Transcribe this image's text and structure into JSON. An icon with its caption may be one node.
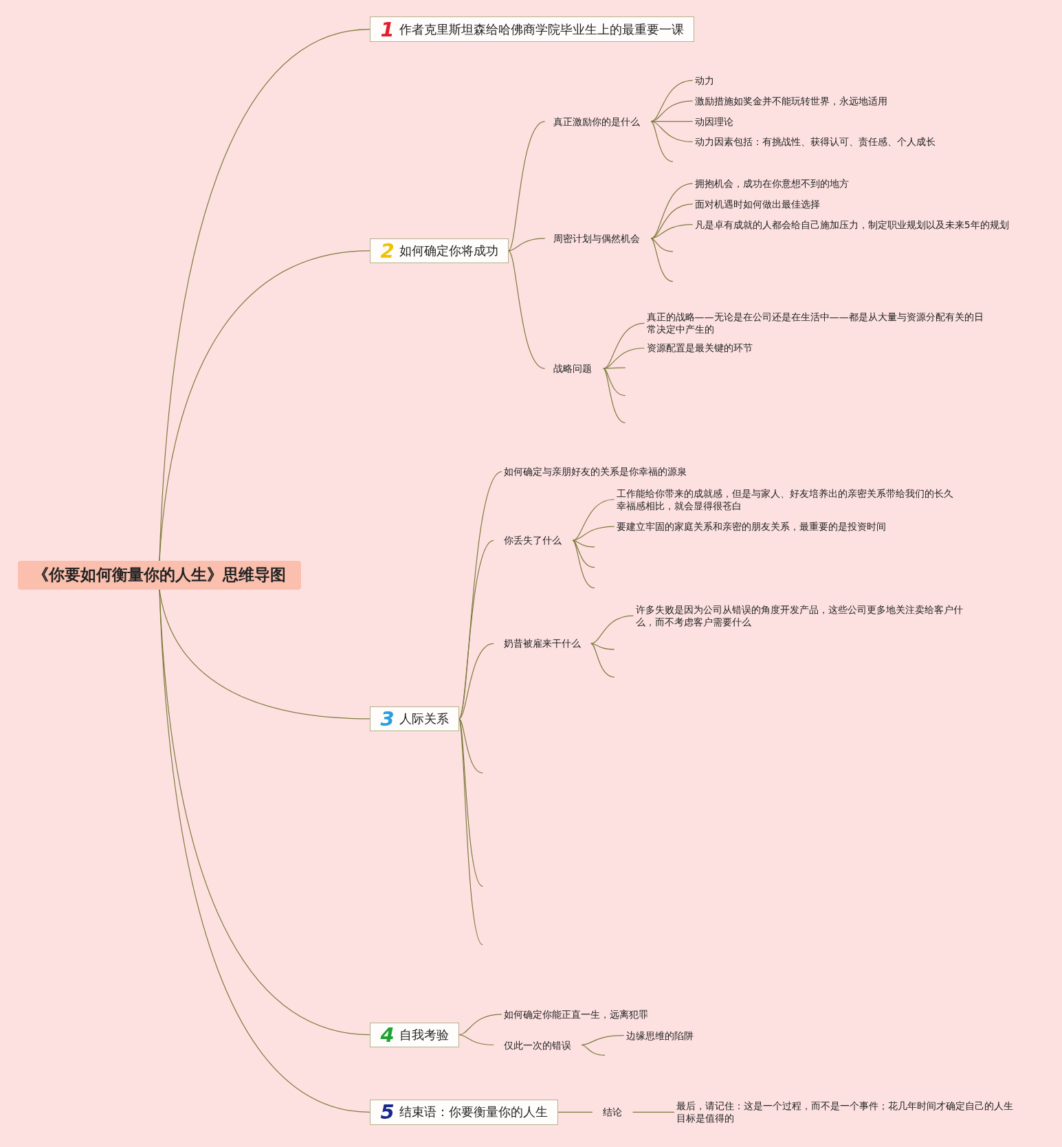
{
  "diagram": {
    "nodes": [
      {
        "text": [
          "《你要如何衡量你的人生》思维导图"
        ]
      },
      {
        "text": [
          "1",
          "作者克里斯坦森给哈佛商学院毕业生上的最重要一课"
        ]
      },
      {
        "text": [
          "2",
          "如何确定你将成功"
        ]
      },
      {
        "text": [
          "真正激励你的是什么"
        ]
      },
      {
        "text": [
          "动力"
        ]
      },
      {
        "text": [
          "激励措施如奖金并不能玩转世界，永远地适用"
        ]
      },
      {
        "text": [
          "动因理论"
        ]
      },
      {
        "text": [
          "动力因素包括：有挑战性、获得认可、责任感、个人成长"
        ]
      },
      {
        "text": [
          "周密计划与偶然机会"
        ]
      },
      {
        "text": [
          "拥抱机会，成功在你意想不到的地方"
        ]
      },
      {
        "text": [
          "面对机遇时如何做出最佳选择"
        ]
      },
      {
        "text": [
          "凡是卓有成就的人都会给自己施加压力，制定职业规划以及未来5年的规划"
        ]
      },
      {
        "text": [
          "战略问题"
        ]
      },
      {
        "text": [
          "真正的战略——无论是在公司还是在生活中——都是从大量与资源分配有关的日常决定中产生的"
        ]
      },
      {
        "text": [
          "资源配置是最关键的环节"
        ]
      },
      {
        "text": [
          "3",
          "人际关系"
        ]
      },
      {
        "text": [
          "如何确定与亲朋好友的关系是你幸福的源泉"
        ]
      },
      {
        "text": [
          "你丢失了什么"
        ]
      },
      {
        "text": [
          "工作能给你带来的成就感，但是与家人、好友培养出的亲密关系带给我们的长久幸福感相比，就会显得很苍白"
        ]
      },
      {
        "text": [
          "要建立牢固的家庭关系和亲密的朋友关系，最重要的是投资时间"
        ]
      },
      {
        "text": [
          "奶昔被雇来干什么"
        ]
      },
      {
        "text": [
          "许多失败是因为公司从错误的角度开发产品，这些公司更多地关注卖给客户什么，而不考虑客户需要什么"
        ]
      },
      {
        "text": [
          "4",
          "自我考验"
        ]
      },
      {
        "text": [
          "如何确定你能正直一生，远离犯罪"
        ]
      },
      {
        "text": [
          "仅此一次的错误"
        ]
      },
      {
        "text": [
          "边缘思维的陷阱"
        ]
      },
      {
        "text": [
          "5",
          "结束语：你要衡量你的人生"
        ]
      },
      {
        "text": [
          "结论"
        ]
      },
      {
        "text": [
          "最后，请记住：这是一个过程，而不是一个事件；花几年时间才确定自己的人生目标是值得的"
        ]
      }
    ],
    "edges": [
      {
        "from": 0,
        "to": 1,
        "arrow": "none"
      },
      {
        "from": 0,
        "to": 2,
        "arrow": "none"
      },
      {
        "from": 0,
        "to": 15,
        "arrow": "none"
      },
      {
        "from": 0,
        "to": 22,
        "arrow": "none"
      },
      {
        "from": 0,
        "to": 26,
        "arrow": "none"
      },
      {
        "from": 2,
        "to": 3,
        "arrow": "none"
      },
      {
        "from": 2,
        "to": 8,
        "arrow": "none"
      },
      {
        "from": 2,
        "to": 12,
        "arrow": "none"
      },
      {
        "from": 3,
        "to": 4,
        "arrow": "none"
      },
      {
        "from": 3,
        "to": 5,
        "arrow": "none"
      },
      {
        "from": 3,
        "to": 6,
        "arrow": "none"
      },
      {
        "from": 3,
        "to": 7,
        "arrow": "none"
      },
      {
        "from": 3,
        "to": null,
        "arrow": "none"
      },
      {
        "from": 8,
        "to": 9,
        "arrow": "none"
      },
      {
        "from": 8,
        "to": 10,
        "arrow": "none"
      },
      {
        "from": 8,
        "to": 11,
        "arrow": "none"
      },
      {
        "from": 8,
        "to": null,
        "arrow": "none"
      },
      {
        "from": 8,
        "to": null,
        "arrow": "none"
      },
      {
        "from": 12,
        "to": 13,
        "arrow": "none"
      },
      {
        "from": 12,
        "to": 14,
        "arrow": "none"
      },
      {
        "from": 12,
        "to": null,
        "arrow": "none"
      },
      {
        "from": 12,
        "to": null,
        "arrow": "none"
      },
      {
        "from": 12,
        "to": null,
        "arrow": "none"
      },
      {
        "from": 15,
        "to": 16,
        "arrow": "none"
      },
      {
        "from": 15,
        "to": 17,
        "arrow": "none"
      },
      {
        "from": 15,
        "to": 20,
        "arrow": "none"
      },
      {
        "from": 15,
        "to": null,
        "arrow": "none"
      },
      {
        "from": 15,
        "to": null,
        "arrow": "none"
      },
      {
        "from": 15,
        "to": null,
        "arrow": "none"
      },
      {
        "from": 17,
        "to": 18,
        "arrow": "none"
      },
      {
        "from": 17,
        "to": 19,
        "arrow": "none"
      },
      {
        "from": 17,
        "to": null,
        "arrow": "none"
      },
      {
        "from": 17,
        "to": null,
        "arrow": "none"
      },
      {
        "from": 17,
        "to": null,
        "arrow": "none"
      },
      {
        "from": 20,
        "to": 21,
        "arrow": "none"
      },
      {
        "from": 20,
        "to": null,
        "arrow": "none"
      },
      {
        "from": 20,
        "to": null,
        "arrow": "none"
      },
      {
        "from": 22,
        "to": 23,
        "arrow": "none"
      },
      {
        "from": 22,
        "to": 24,
        "arrow": "none"
      },
      {
        "from": 24,
        "to": 25,
        "arrow": "none"
      },
      {
        "from": 24,
        "to": null,
        "arrow": "none"
      },
      {
        "from": 26,
        "to": 27,
        "arrow": "none"
      },
      {
        "from": 27,
        "to": 28,
        "arrow": "none"
      }
    ]
  }
}
